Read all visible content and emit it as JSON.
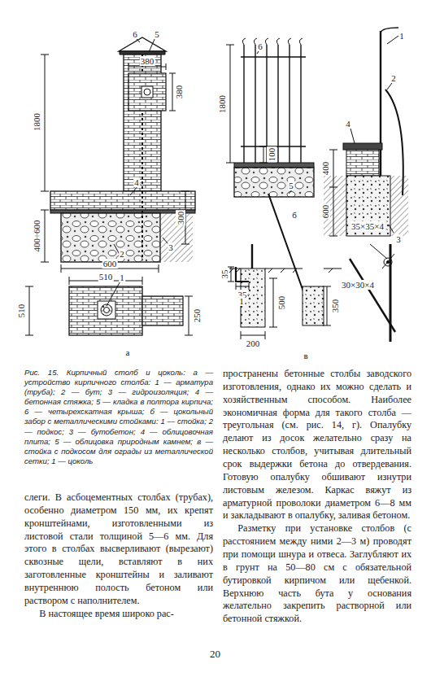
{
  "diagram": {
    "caption": "Рис. 15. Кирпичный столб и цоколь: а — устройство кирпичного столба: 1 — арматура (труба); 2 — бут; 3 — гидроизоляция; 4 — бетонная стяжка; 5 — кладка в полтора кирпича; 6 — четырехскатная крыша; б — цокольный забор с металлическими стойками: 1 — стойка; 2 — подкос; 3 — бутобетон; 4 — облицовочная плита; 5 — облицовка природным камнем; в — стойка с подкосом для ограды из металлической сетки; 1 — цоколь",
    "labels": [
      "6",
      "5",
      "380",
      "380",
      "1800",
      "4",
      "300",
      "400÷600",
      "3",
      "2",
      "1",
      "600",
      "510",
      "510",
      "250",
      "а",
      "1",
      "6",
      "2",
      "1800",
      "4",
      "100",
      "400",
      "5",
      "600",
      "б",
      "35×35×4",
      "3",
      "35",
      "35",
      "1",
      "30×30×4",
      "500",
      "350",
      "200",
      "в",
      "слеги. В асбоцементных столбах (трубах), особенно диаметром 150 мм, их крепят кронштейнами, изготовленными из листовой стали толщиной 5—6 мм. Для этого в столбах высверливают (вырезают) сквозные щели, вставляют в них заготовленные кронштейны и заливают внутреннюю полость бетоном или раствором с наполнителем.",
      "В настоящее время широко рас-",
      "пространены бетонные столбы заводского изготовления, однако их можно сделать и хозяйственным способом. Наиболее экономичная форма для такого столба — треугольная (см. рис. 14, г). Опалубку делают из досок желательно сразу на несколько столбов, учитывая длительный срок выдержки бетона до отвердевания. Готовую опалубку обшивают изнутри листовым железом. Каркас вяжут из арматурной проволоки диаметром 6—8 мм и закладывают в опалубку, заливая бетоном.",
      "Разметку при установке столбов (с расстоянием между ними 2—3 м) проводят при помощи шнура и отвеса. Заглубляют их в грунт на 50—80 см с обязательной бутировкой кирпичом или щебенкой. Верхнюю часть бута у основания желательно закрепить растворной или бетонной стяжкой.",
      "20"
    ]
  }
}
